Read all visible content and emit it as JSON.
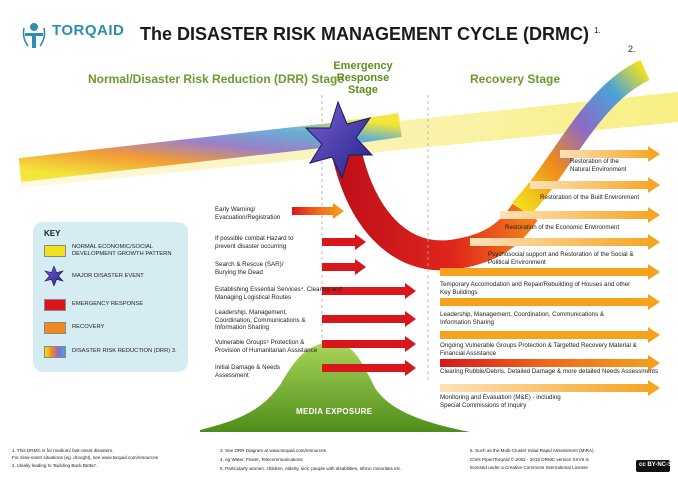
{
  "header": {
    "logo_text": "TORQAID",
    "title": "The DISASTER RISK MANAGEMENT CYCLE (DRMC)",
    "title_sup": "1.",
    "corner_note": "2."
  },
  "stages": {
    "reduction": "Normal/Disaster Risk Reduction (DRR) Stage",
    "emergency": "Emergency Response Stage",
    "recovery": "Recovery Stage"
  },
  "emergency_actions": [
    "Early Warning/ Evacuation/Registration",
    "If possible combat Hazard to prevent disaster occurring",
    "Search & Rescue (SAR)/ Burying the Dead",
    "Establishing Essential Services⁴. Clearing and Managing Logistical Routes",
    "Leadership, Management, Coordination, Communications & Information Sharing",
    "Vulnerable Groups⁵ Protection & Provision of Humanitarian Assistance",
    "Initial Damage & Needs Assessment"
  ],
  "recovery_actions": [
    "Restoration of the Natural Environment",
    "Restoration of the Built Environment",
    "Restoration of the Economic Environment",
    "Psychosocial support and Restoration of the Social & Political Environment",
    "Temporary Accomodation and Repair/Rebuilding of Houses and other Key Buildings",
    "Leadership, Management, Coordination, Communications & Information Sharing",
    "Ongoing Vulnerable Groups Protection & Targetted Recovery Material & Financial Assistance",
    "Clearing Rubble/Debris, Detailed Damage & more detailed Needs Assessments",
    "Monitoring and Evaluation (M&E) - including Special Commissions of Inquiry"
  ],
  "key": {
    "title": "KEY",
    "items": [
      {
        "label": "NORMAL ECONOMIC/SOCIAL DEVELOPMENT GROWTH PATTERN",
        "color": "#f2e21c"
      },
      {
        "label": "MAJOR DISASTER EVENT",
        "color": "#3f3fa8"
      },
      {
        "label": "EMERGENCY RESPONSE",
        "color": "#d9161c"
      },
      {
        "label": "RECOVERY",
        "color": "#f08a1c"
      },
      {
        "label": "DISASTER RISK REDUCTION (DRR) 3.",
        "color": "rainbow"
      }
    ]
  },
  "media_exposure": "MEDIA EXPOSURE",
  "footnotes": {
    "col1": [
      "1. This DRMC is for medium/ fast-onset disasters.",
      "For slow-onset situations (eg. drought), see www.torqaid.com/resources",
      "2. Ideally leading to 'Building Back Better'."
    ],
    "col2": [
      "3. See DRR Diagram at www.torqaid.com/resources",
      "4. eg Water, Power, Telecommunications",
      "5. Particularly women, children, elderly, sick, people with disabilities, ethnic minorities etc."
    ],
    "col3": [
      "6. Such as the Multi-Cluster Initial Rapid Assessment (MIRA)",
      "Chris Piper/TorqAid © 2002 - 2016 DRMC version XXVII is",
      "licensed under a Creative Commons International License"
    ]
  },
  "license_badge": "cc BY-NC-SA",
  "colors": {
    "emergency_red": "#d9161c",
    "recovery_orange": "#f08a1c",
    "growth_yellow": "#f2e21c",
    "stage_green": "#6d9a2a",
    "media_green": "#7fb82a"
  }
}
